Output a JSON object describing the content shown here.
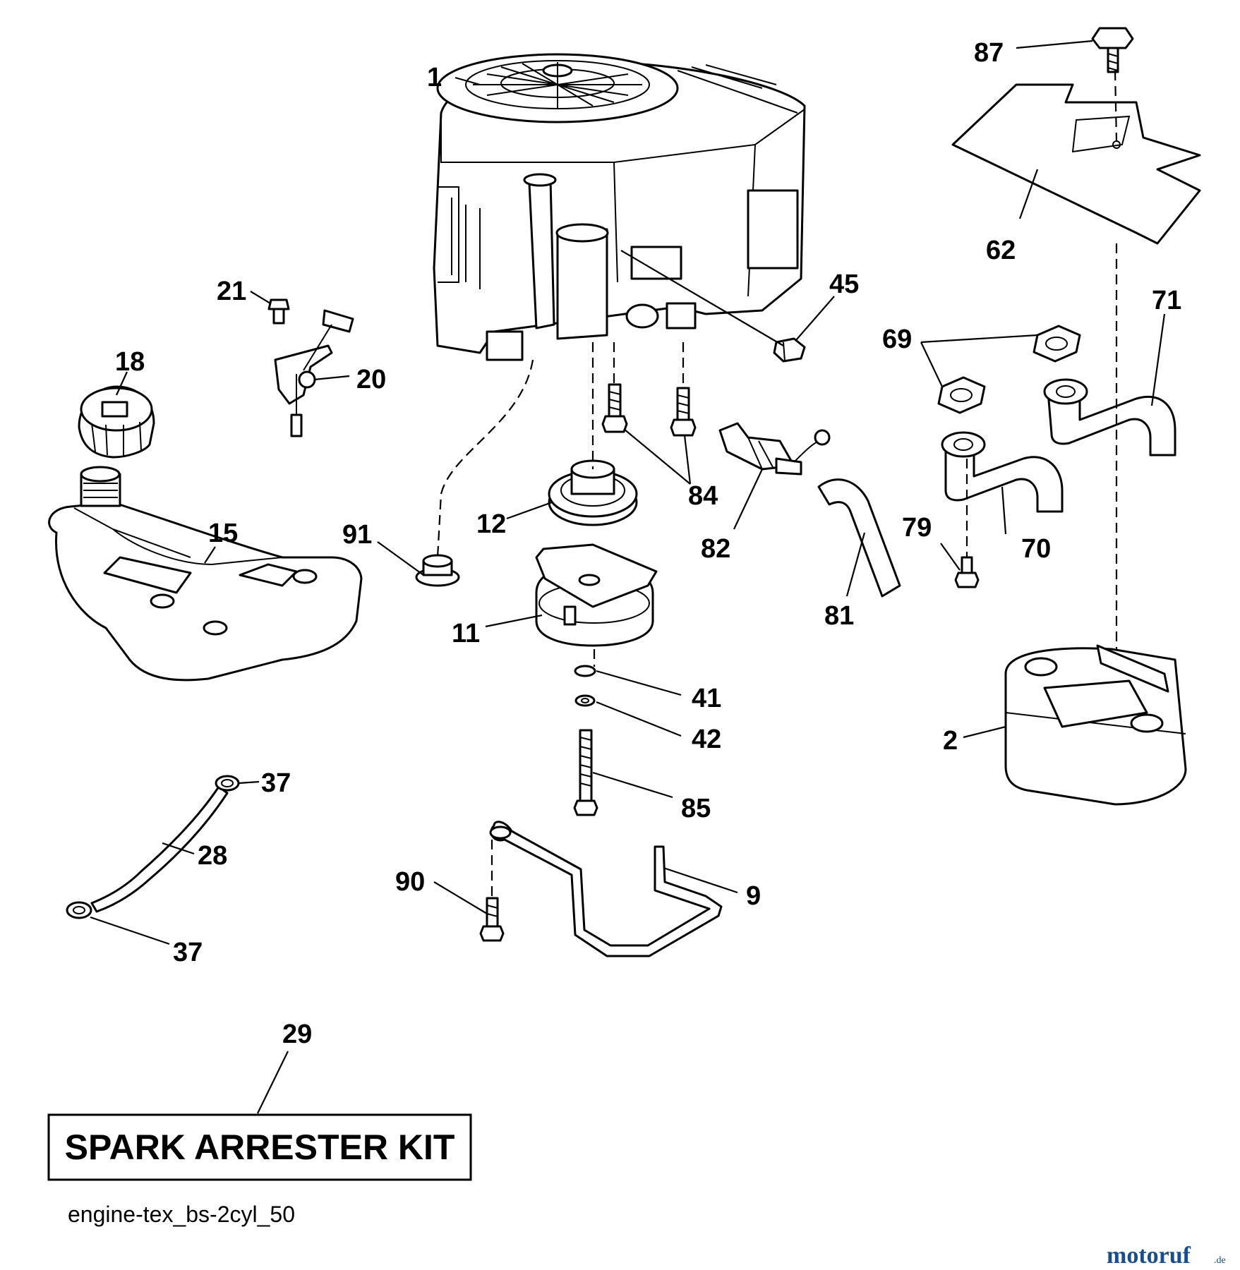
{
  "callouts": {
    "c1": "1",
    "c87": "87",
    "c62": "62",
    "c45": "45",
    "c71": "71",
    "c69": "69",
    "c21": "21",
    "c18": "18",
    "c20": "20",
    "c84": "84",
    "c82": "82",
    "c12": "12",
    "c91": "91",
    "c15": "15",
    "c79": "79",
    "c70": "70",
    "c81": "81",
    "c11": "11",
    "c41": "41",
    "c42": "42",
    "c2": "2",
    "c37a": "37",
    "c28": "28",
    "c85": "85",
    "c90": "90",
    "c9": "9",
    "c37b": "37",
    "c29": "29"
  },
  "kit_label": "SPARK ARRESTER KIT",
  "diagram_name": "engine-tex_bs-2cyl_50",
  "watermark": {
    "main": "motoruf",
    "suffix": ".de",
    "color_primary": "#1a4e8a",
    "color_accent": "#c0392b"
  }
}
